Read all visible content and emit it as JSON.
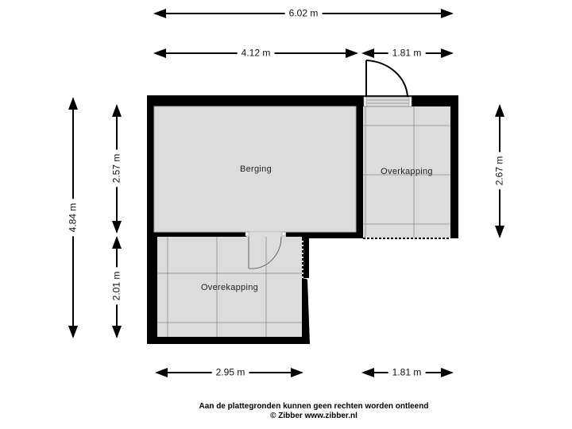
{
  "floorplan": {
    "rooms": [
      {
        "name": "Berging"
      },
      {
        "name": "Overkapping"
      },
      {
        "name": "Overekapping"
      }
    ],
    "dimensions": {
      "total_width": "6.02 m",
      "berging_width": "4.12 m",
      "overkapping_width": "1.81 m",
      "lower_width": "2.95 m",
      "lower_right_width": "1.81 m",
      "total_height": "4.84 m",
      "berging_height": "2.57 m",
      "lower_height": "2.01 m",
      "overkapping_height": "2.67 m"
    },
    "colors": {
      "wall": "#000000",
      "floor": "#dcdcdc",
      "tile_line": "#8a8a8a",
      "background": "#ffffff"
    }
  },
  "footer": {
    "disclaimer": "Aan de plattegronden kunnen geen rechten worden ontleend",
    "copyright": "© Zibber www.zibber.nl"
  }
}
